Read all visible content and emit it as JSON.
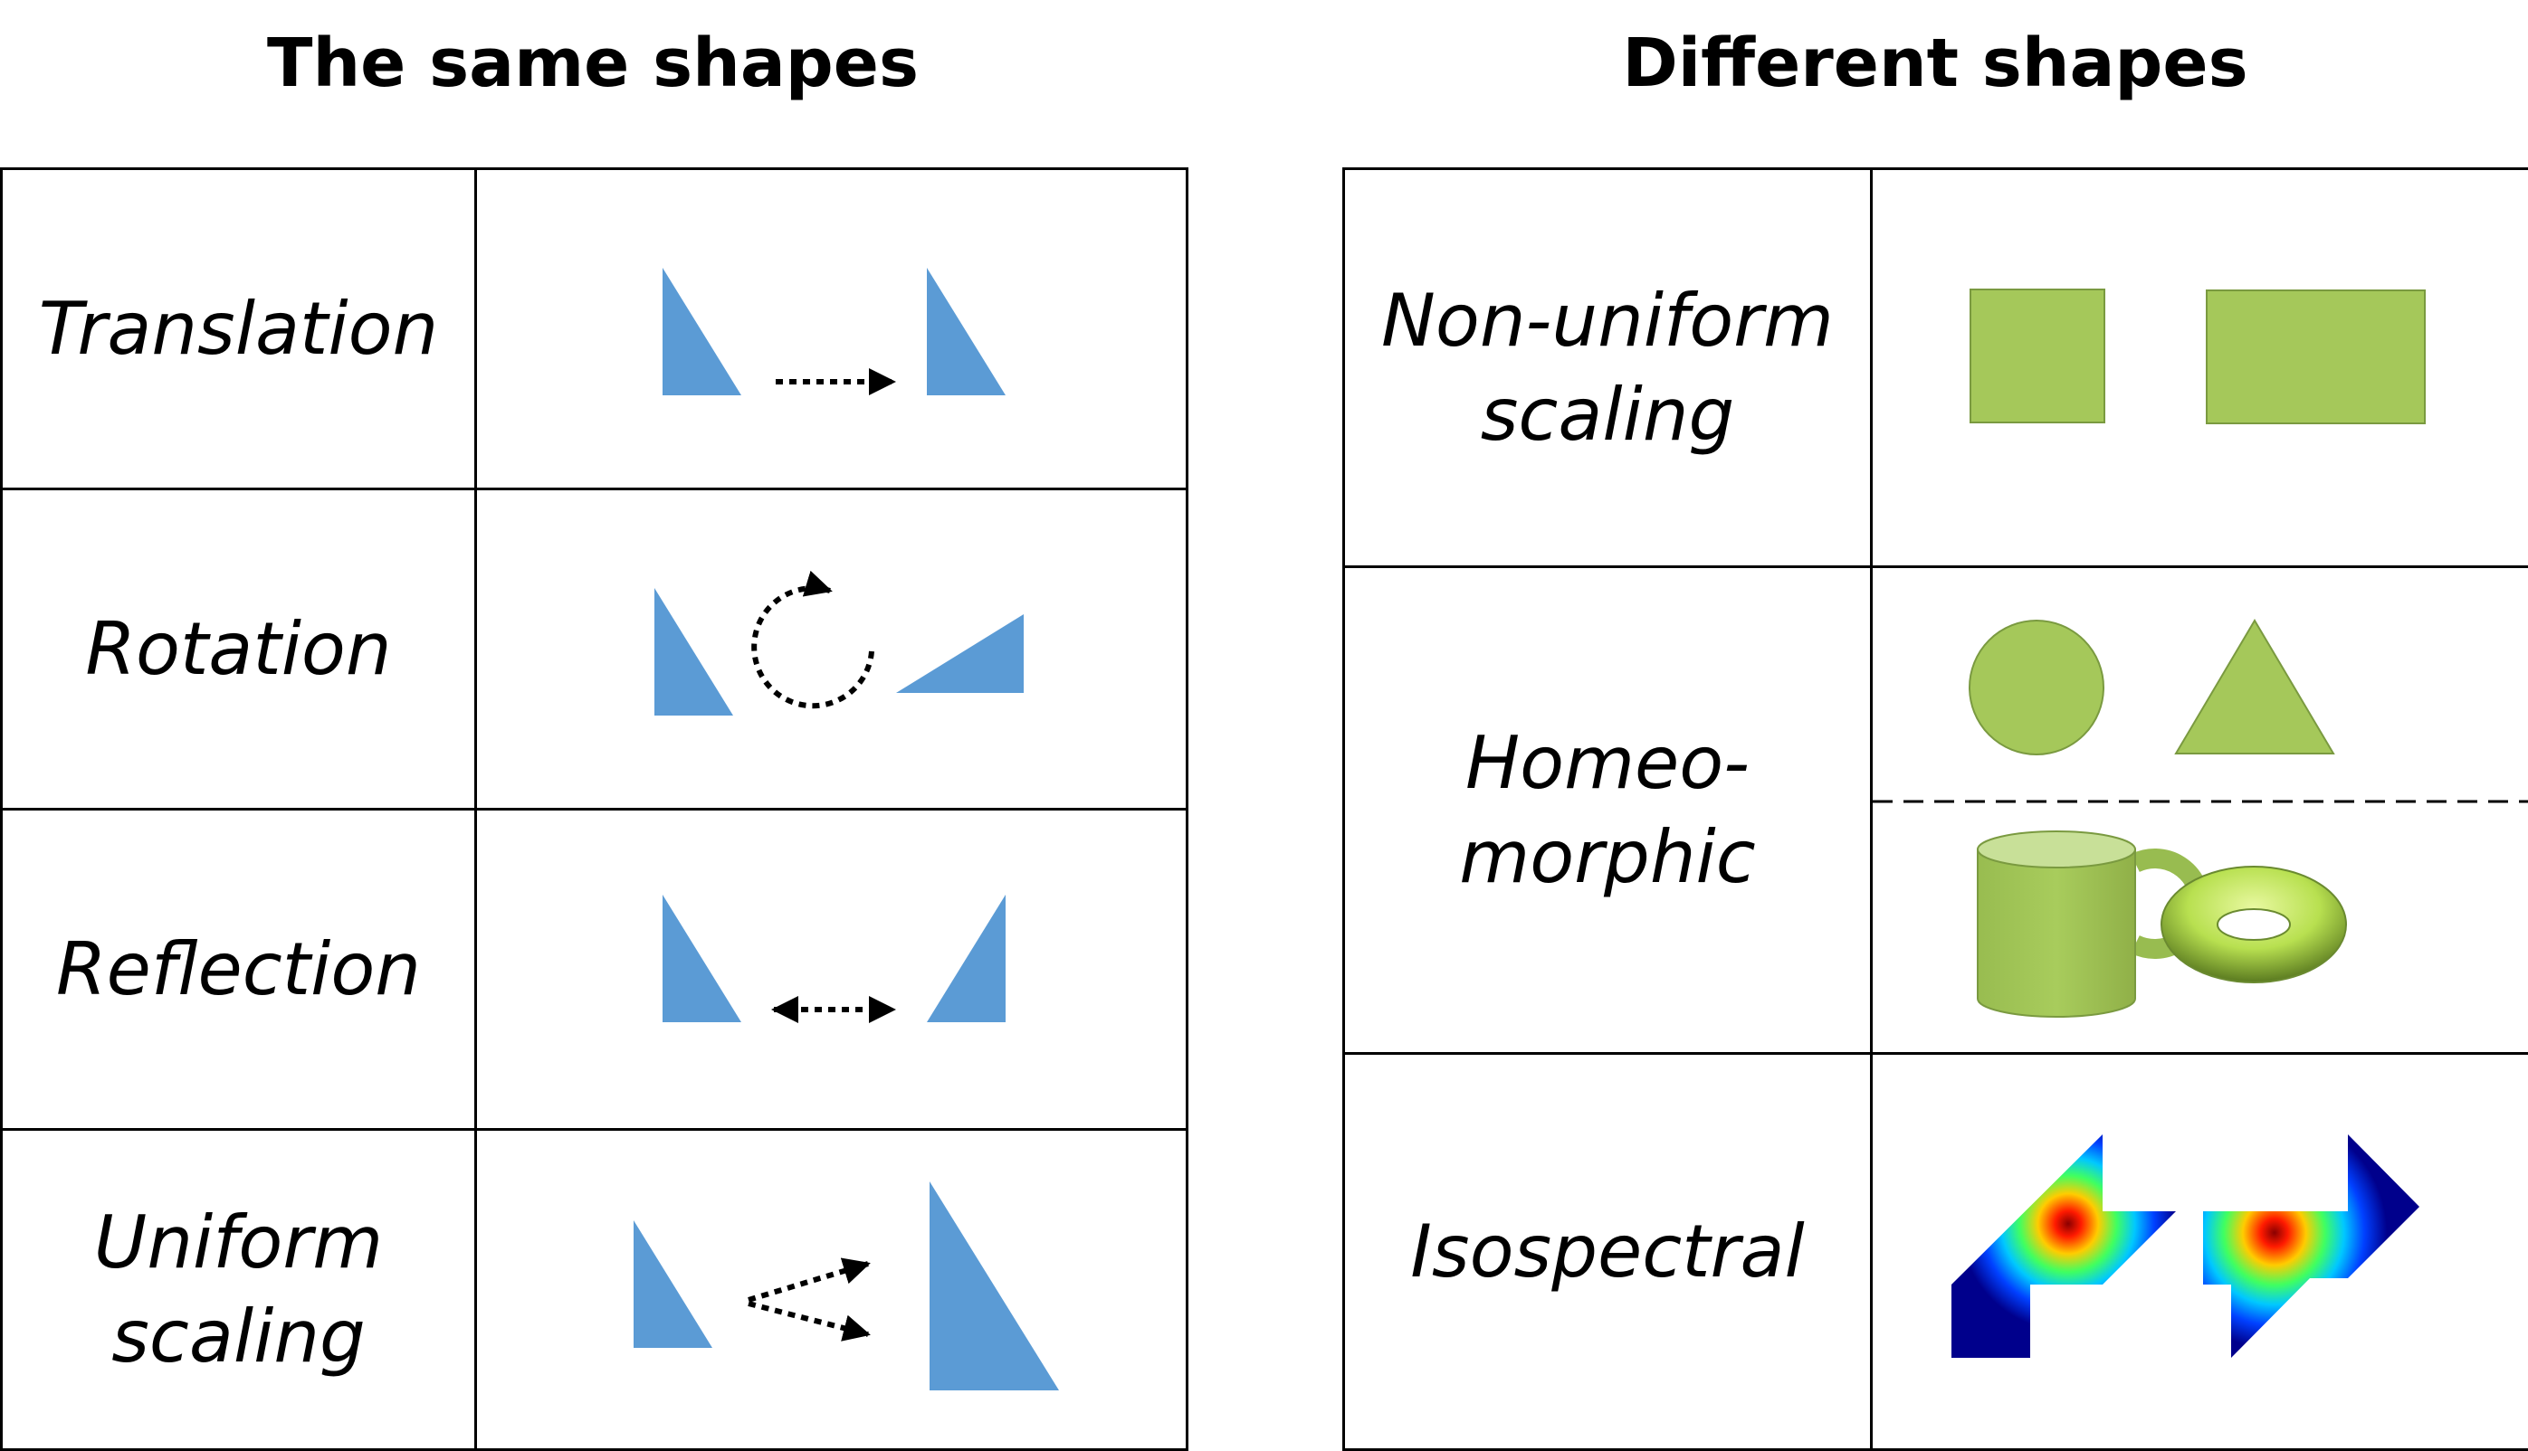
{
  "left": {
    "title": "The same shapes",
    "rows": [
      {
        "lines": [
          "Translation"
        ]
      },
      {
        "lines": [
          "Rotation"
        ]
      },
      {
        "lines": [
          "Reflection"
        ]
      },
      {
        "lines": [
          "Uniform",
          "scaling"
        ]
      }
    ]
  },
  "right": {
    "title": "Different shapes",
    "rows": [
      {
        "lines": [
          "Non-uniform",
          "scaling"
        ]
      },
      {
        "lines": [
          "Homeo-",
          "morphic"
        ]
      },
      {
        "lines": [
          "Isospectral"
        ]
      }
    ]
  },
  "colors": {
    "triangle": "#5b9bd5",
    "green": "#a5c85a",
    "green_border": "#7a9a40",
    "arrow": "#000000"
  }
}
